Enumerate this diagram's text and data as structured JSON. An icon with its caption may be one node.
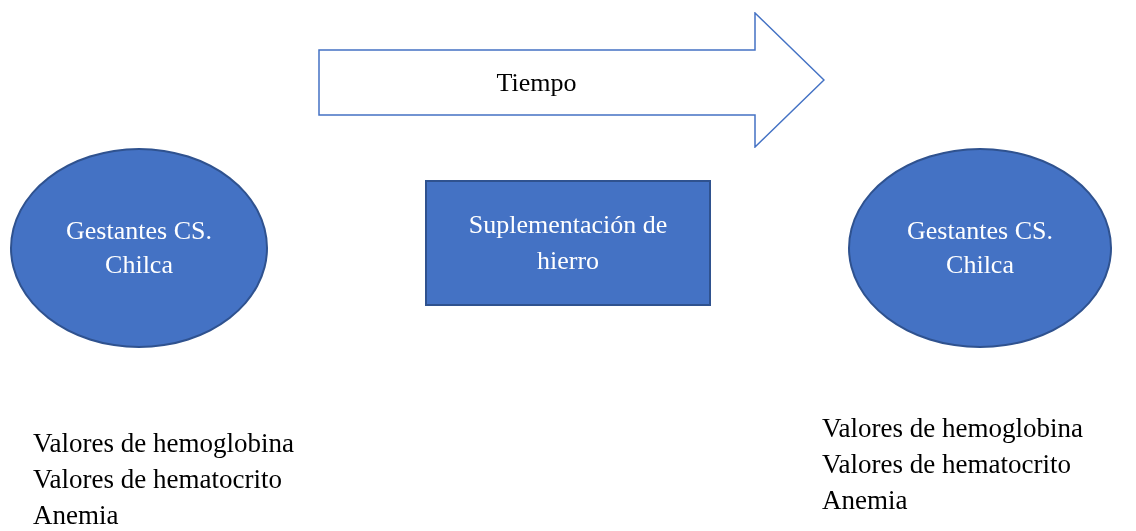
{
  "diagram": {
    "nodes": [
      {
        "text": [
          "Gestantes CS. Chilca"
        ],
        "beside": [
          "Valores de hemoglobina",
          "Valores de hematocrito",
          "Anemia"
        ]
      },
      {
        "text": [
          "Tiempo"
        ]
      },
      {
        "text": [
          "Suplementación de hierro"
        ]
      },
      {
        "text": [
          "Gestantes CS. Chilca"
        ],
        "beside": [
          "Valores de hemoglobina",
          "Valores de hematocrito",
          "Anemia"
        ]
      }
    ]
  }
}
